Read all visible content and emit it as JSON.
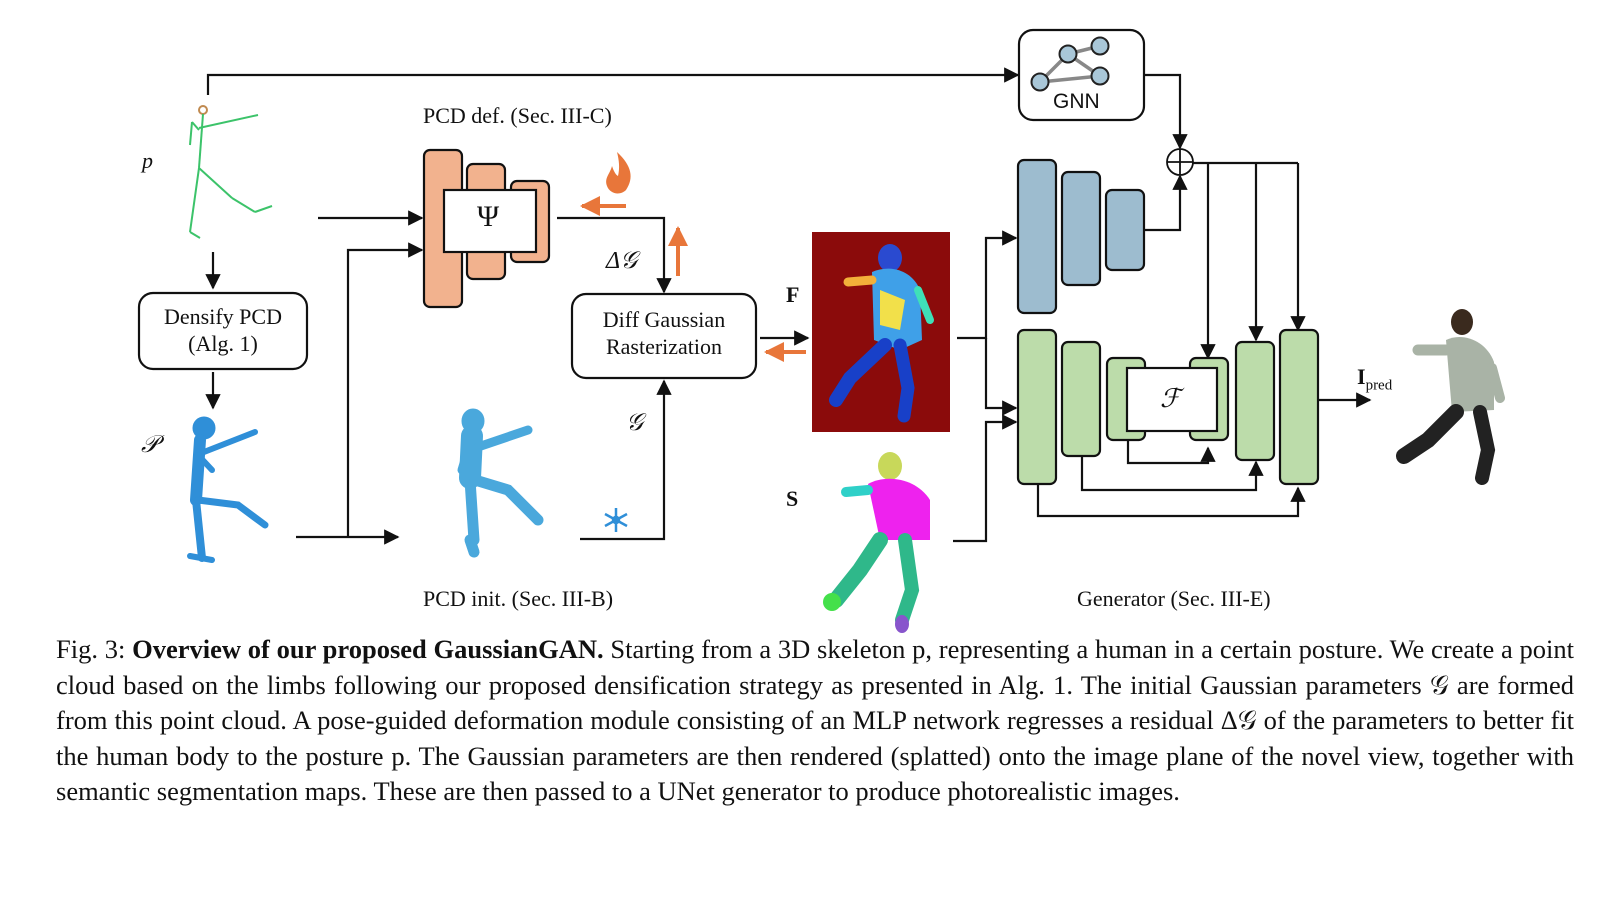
{
  "labels": {
    "pcd_def": "PCD def. (Sec. III-C)",
    "pcd_init": "PCD init. (Sec. III-B)",
    "generator": "Generator (Sec. III-E)",
    "gnn": "GNN",
    "densify_line1": "Densify PCD",
    "densify_line2": "(Alg. 1)",
    "diff_line1": "Diff Gaussian",
    "diff_line2": "Rasterization",
    "p": "p",
    "P": "𝒫",
    "psi": "Ψ",
    "delta_g": "Δ𝒢",
    "g": "𝒢",
    "F": "F",
    "S": "S",
    "feature_f": "ℱ",
    "ipred_main": "I",
    "ipred_sub": "pred"
  },
  "icons": {
    "fire": "fire-icon",
    "snowflake": "snowflake-icon",
    "gnn_graph": "graph-icon",
    "sum": "circled-plus-icon"
  },
  "colors": {
    "deform_block": "#f2b28e",
    "encoder_block": "#9dbccf",
    "decoder_block": "#bcdcaa",
    "accent_orange": "#e8763a",
    "skeleton_green": "#3cc36a",
    "pointcloud_blue": "#2f8fd8",
    "init_blue": "#4aa8dc",
    "feature_bg": "#8b0b0b",
    "seg_magenta": "#ee22ee",
    "seg_teal": "#2fb88a"
  },
  "caption": {
    "fig_label": "Fig. 3:",
    "title": "Overview of our proposed GaussianGAN.",
    "body": "Starting from a 3D skeleton p, representing a human in a certain posture. We create a point cloud based on the limbs following our proposed densification strategy as presented in Alg. 1. The initial Gaussian parameters 𝒢 are formed from this point cloud. A pose-guided deformation module consisting of an MLP network regresses a residual Δ𝒢 of the parameters to better fit the human body to the posture p. The Gaussian parameters are then rendered (splatted) onto the image plane of the novel view, together with semantic segmentation maps. These are then passed to a UNet generator to produce photorealistic images."
  }
}
